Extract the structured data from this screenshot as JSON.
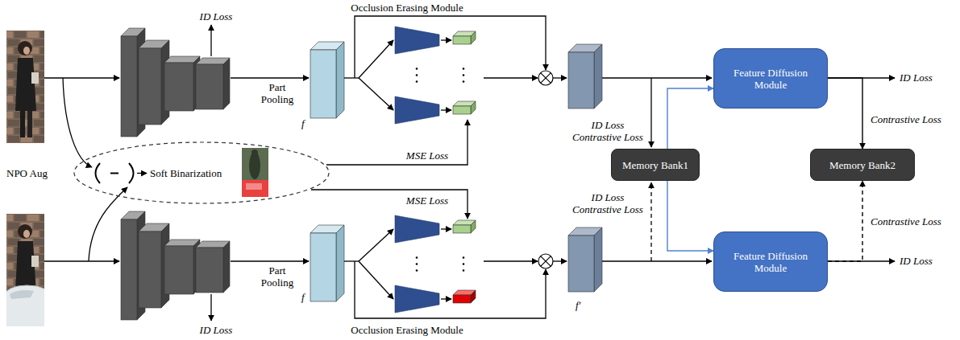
{
  "diagram": {
    "nodes": [
      {
        "text": [
          "Feature Diffusion Module"
        ]
      },
      {
        "text": [
          "Soft Binarization"
        ]
      },
      {
        "text": [
          "Memory Bank1"
        ]
      },
      {
        "text": [
          "Memory Bank2"
        ]
      },
      {
        "text": [
          "Feature Diffusion Module"
        ]
      }
    ],
    "edges": [
      {
        "from": 2,
        "to": 0,
        "arrow": "to"
      },
      {
        "from": 0,
        "to": 3,
        "label": "Contrastive Loss",
        "arrow": "to"
      },
      {
        "from": 2,
        "to": 4,
        "arrow": "to"
      },
      {
        "from": 4,
        "to": 3,
        "label": "Contrastive Loss",
        "arrow": "to"
      }
    ],
    "labels": [
      "ID Loss",
      "Occlusion Erasing Module",
      "Part Pooling",
      "f",
      "ID Loss Contrastive Loss",
      "ID Loss",
      "NPO Aug",
      "MSE Loss",
      "MSE Loss",
      "ID Loss Contrastive Loss",
      "ID Loss",
      "Part Pooling",
      "f",
      "f′",
      "ID Loss",
      "Occlusion Erasing Module"
    ]
  }
}
